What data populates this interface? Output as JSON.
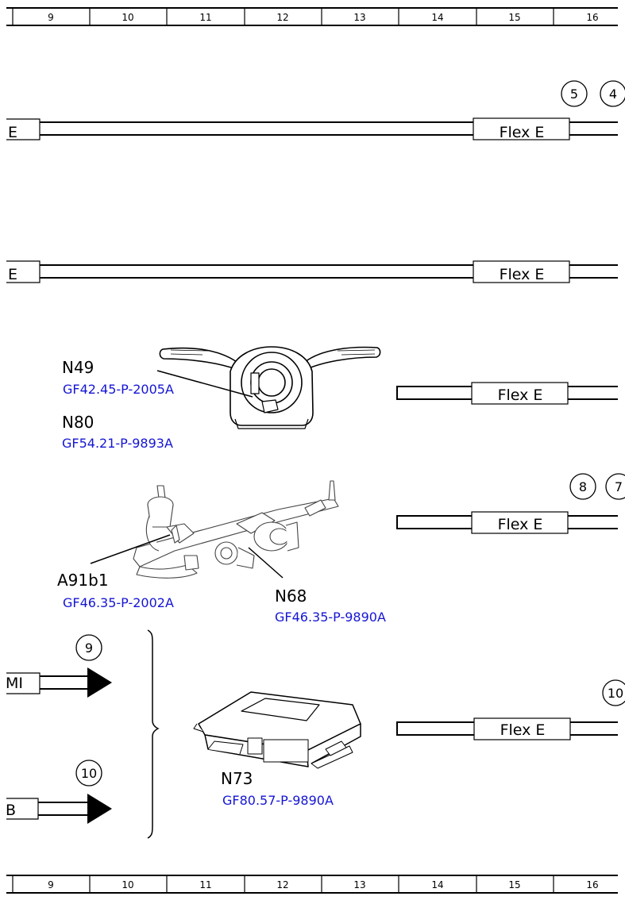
{
  "grid_columns": [
    "9",
    "10",
    "11",
    "12",
    "13",
    "14",
    "15",
    "16"
  ],
  "buses": [
    {
      "left_label": "E",
      "right_label": "Flex E"
    },
    {
      "left_label": "E",
      "right_label": "Flex E"
    },
    {
      "left_label": "",
      "right_label": "Flex E"
    },
    {
      "left_label": "",
      "right_label": "Flex E"
    },
    {
      "left_label": "",
      "right_label": "Flex E"
    }
  ],
  "circle_markers": [
    "5",
    "4",
    "8",
    "7",
    "10"
  ],
  "arrow_inputs": [
    {
      "number": "9",
      "label": "MI"
    },
    {
      "number": "10",
      "label": "B"
    }
  ],
  "components": [
    {
      "code": "N49",
      "ref": "GF42.45-P-2005A"
    },
    {
      "code": "N80",
      "ref": "GF54.21-P-9893A"
    },
    {
      "code": "A91b1",
      "ref": "GF46.35-P-2002A"
    },
    {
      "code": "N68",
      "ref": "GF46.35-P-9890A"
    },
    {
      "code": "N73",
      "ref": "GF80.57-P-9890A"
    }
  ],
  "colors": {
    "link": "#1515d4",
    "line": "#000000"
  }
}
